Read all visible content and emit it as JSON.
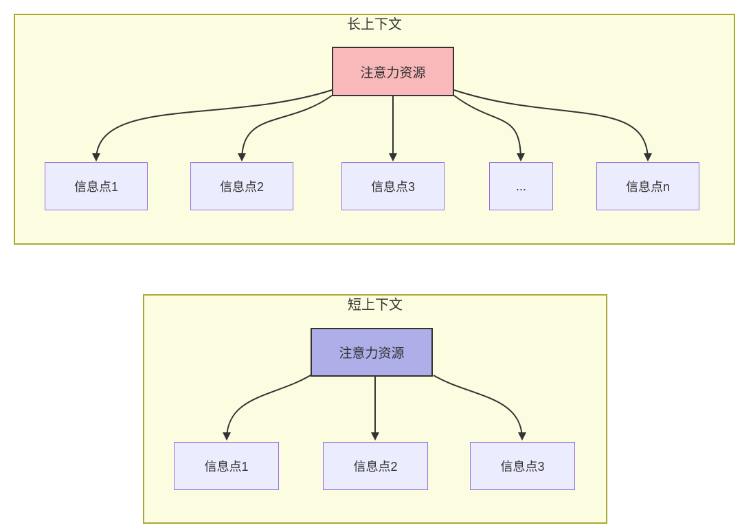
{
  "diagram": {
    "type": "flowchart",
    "groups": [
      {
        "id": "long-context",
        "title": "长上下文",
        "attention": {
          "label": "注意力资源",
          "fill": "#f9b8ba"
        },
        "info_nodes": [
          "信息点1",
          "信息点2",
          "信息点3",
          "...",
          "信息点n"
        ]
      },
      {
        "id": "short-context",
        "title": "短上下文",
        "attention": {
          "label": "注意力资源",
          "fill": "#aeaee8"
        },
        "info_nodes": [
          "信息点1",
          "信息点2",
          "信息点3"
        ]
      }
    ],
    "colors": {
      "container_fill": "#fcfce0",
      "container_border": "#aaaa33",
      "info_node_fill": "#ececff",
      "info_node_border": "#9370db",
      "attention_long_fill": "#f9b8ba",
      "attention_short_fill": "#aeaee8",
      "attention_border": "#333333",
      "arrow": "#333333",
      "text": "#333333"
    }
  }
}
